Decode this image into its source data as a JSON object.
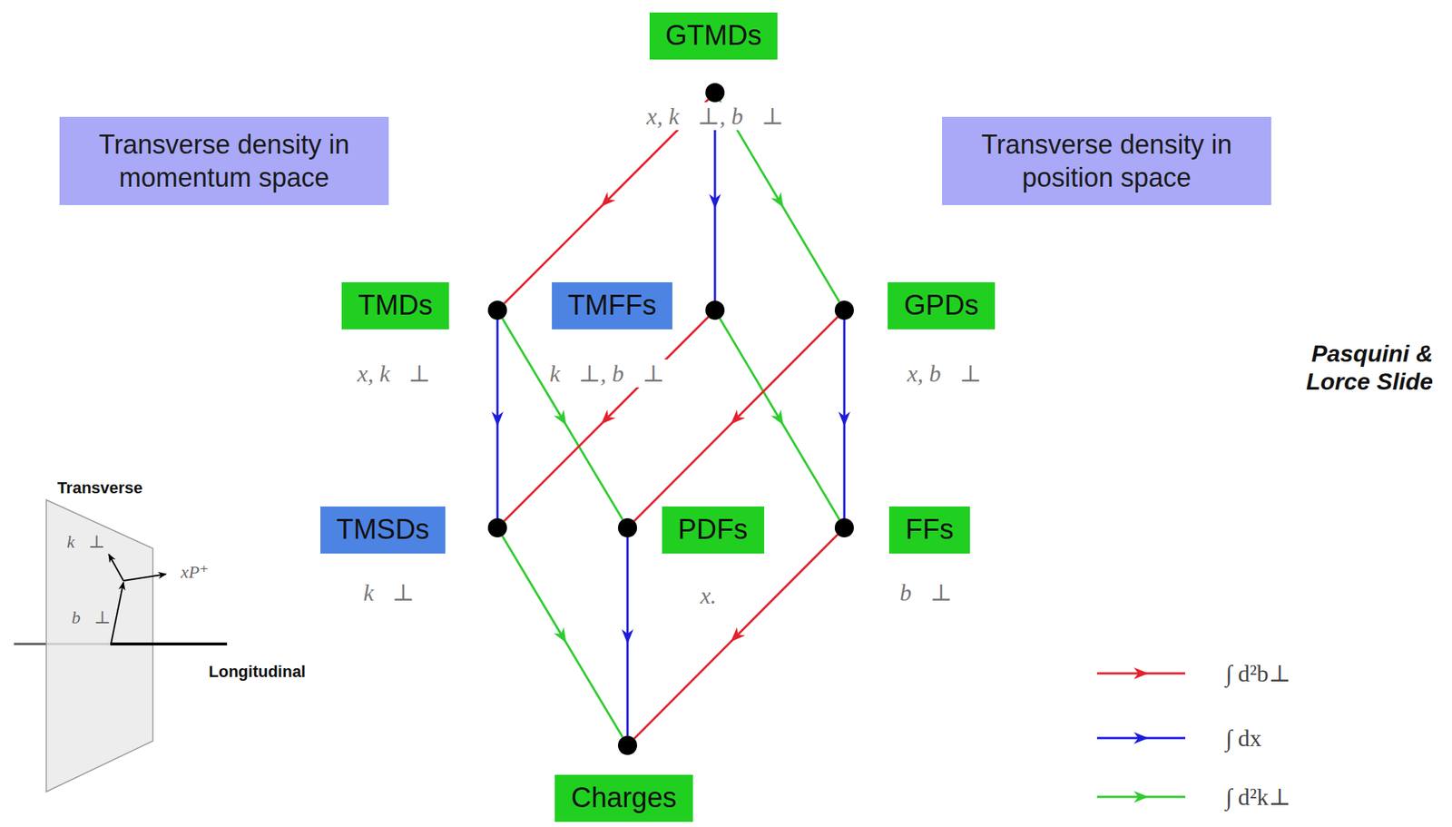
{
  "diagram": {
    "nodes": [
      {
        "text": [
          "GTMDs",
          "x, k⃗⊥, b⃗⊥"
        ]
      },
      {
        "text": [
          "Transverse density in momentum space"
        ]
      },
      {
        "text": [
          "Transverse density in position space"
        ]
      },
      {
        "text": [
          "TMDs",
          "x, k⃗⊥"
        ]
      },
      {
        "text": [
          "TMFFs",
          "k⃗⊥, b⃗⊥"
        ]
      },
      {
        "text": [
          "GPDs",
          "x, b⃗⊥"
        ]
      },
      {
        "text": [
          "TMSDs",
          "k⃗⊥"
        ]
      },
      {
        "text": [
          "PDFs",
          "x."
        ]
      },
      {
        "text": [
          "FFs",
          "b⃗⊥"
        ]
      },
      {
        "text": [
          "Charges"
        ]
      }
    ],
    "edges": [
      {
        "from": 0,
        "to": 3,
        "arrow": "to"
      },
      {
        "from": 0,
        "to": 4,
        "arrow": "to"
      },
      {
        "from": 0,
        "to": 5,
        "arrow": "to"
      },
      {
        "from": 3,
        "to": 6,
        "arrow": "to"
      },
      {
        "from": 3,
        "to": 7,
        "arrow": "to"
      },
      {
        "from": 4,
        "to": 6,
        "arrow": "to"
      },
      {
        "from": 4,
        "to": 8,
        "arrow": "to"
      },
      {
        "from": 5,
        "to": 7,
        "arrow": "to"
      },
      {
        "from": 5,
        "to": 8,
        "arrow": "to"
      },
      {
        "from": 6,
        "to": 9,
        "arrow": "to"
      },
      {
        "from": 7,
        "to": 9,
        "arrow": "to"
      },
      {
        "from": 8,
        "to": 9,
        "arrow": "to"
      }
    ],
    "labels": [
      "Pasquini & Lorce Slide",
      "Transverse",
      "k⃗⊥",
      "xP⁺",
      "b⃗⊥",
      "Longitudinal"
    ],
    "legend": [
      {
        "text": "∫ d²b⊥"
      },
      {
        "text": "∫ dx"
      },
      {
        "text": "∫ d²k⊥"
      }
    ]
  }
}
